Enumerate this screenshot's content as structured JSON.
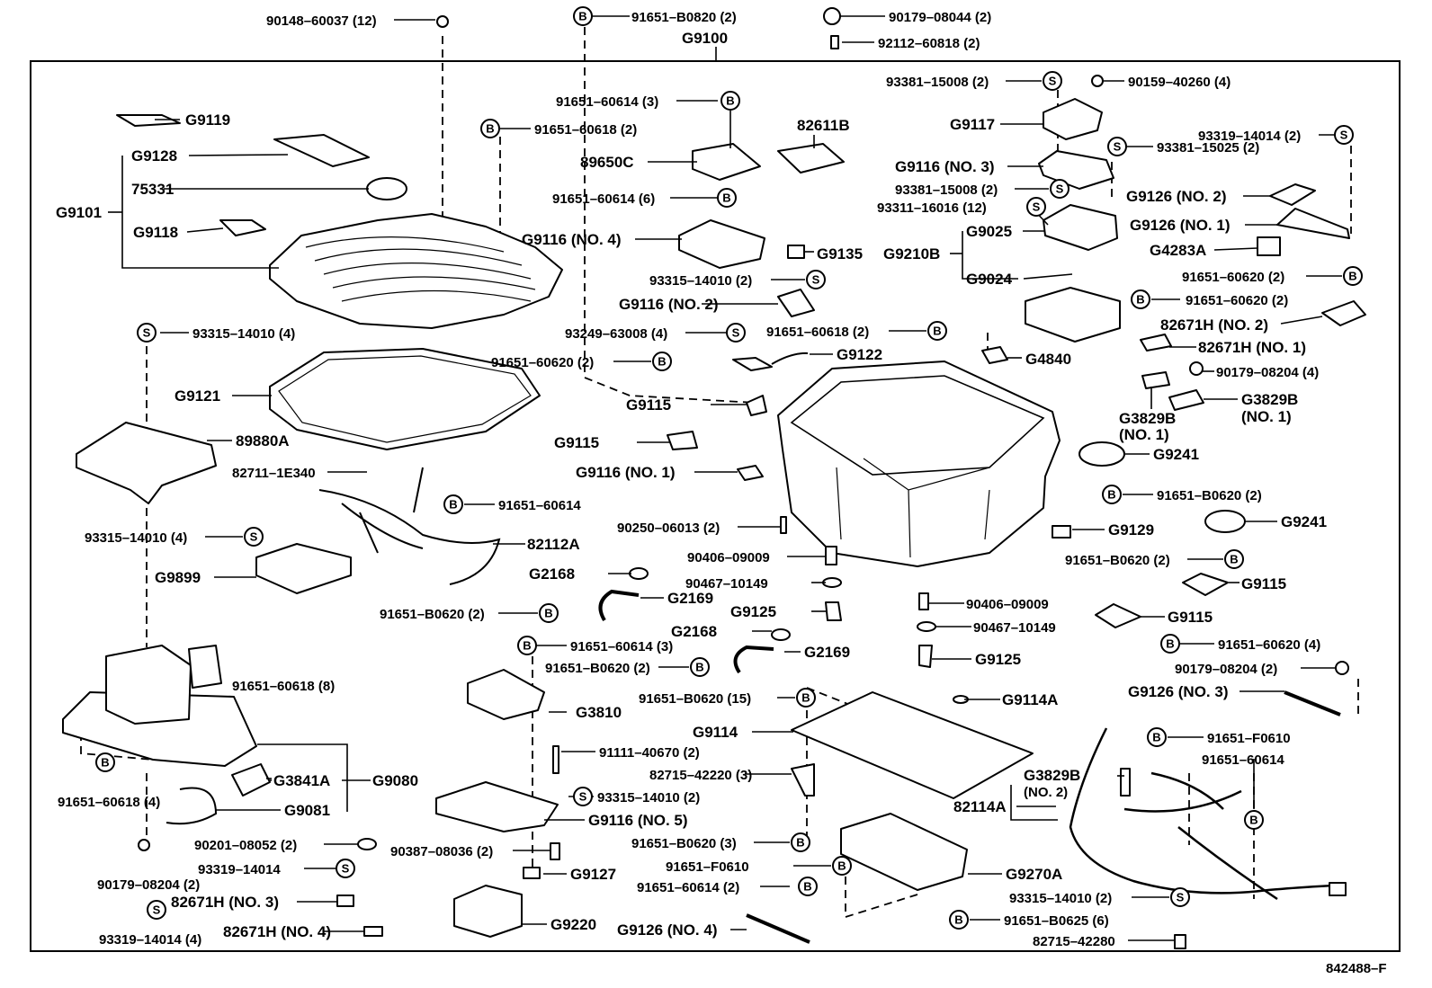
{
  "drawing_id": "842488–F",
  "frame_label": "G9100",
  "markers": {
    "b": "B",
    "s": "S"
  },
  "labels": {
    "l001": "90148–60037 (12)",
    "l002": "91651–B0820 (2)",
    "l003": "90179–08044 (2)",
    "l004": "92112–60818 (2)",
    "l005": "91651–60614 (3)",
    "l006": "93381–15008 (2)",
    "l007": "90159–40260 (4)",
    "l008": "G9119",
    "l009": "91651–60618 (2)",
    "l010": "82611B",
    "l011": "G9117",
    "l012": "93319–14014 (2)",
    "l013": "93381–15025 (2)",
    "l014": "G9128",
    "l015": "89650C",
    "l016": "G9116 (NO. 3)",
    "l017": "75331",
    "l018": "93381–15008 (2)",
    "l019": "G9126 (NO. 2)",
    "l020": "91651–60614 (6)",
    "l021": "93311–16016 (12)",
    "l022": "G9101",
    "l023": "G9126 (NO. 1)",
    "l024": "G9118",
    "l025": "G9025",
    "l026": "G9116 (NO. 4)",
    "l027": "G9135",
    "l028": "G9210B",
    "l029": "G4283A",
    "l030": "93315–14010 (2)",
    "l031": "G9024",
    "l032": "91651–60620 (2)",
    "l033": "G9116 (NO. 2)",
    "l034": "91651–60620 (2)",
    "l035": "93315–14010 (4)",
    "l036": "93249–63008 (4)",
    "l037": "91651–60618 (2)",
    "l038": "82671H (NO. 2)",
    "l039": "G9122",
    "l040": "82671H (NO. 1)",
    "l041": "91651–60620 (2)",
    "l042": "G4840",
    "l043": "90179–08204 (4)",
    "l044": "G9121",
    "l045": "G9115",
    "l046": "G3829B",
    "l047": "(NO. 1)",
    "l048": "G3829B",
    "l049": "(NO. 1)",
    "l050": "89880A",
    "l051": "G9115",
    "l052": "G9241",
    "l053": "82711–1E340",
    "l054": "G9116 (NO. 1)",
    "l055": "91651–B0620 (2)",
    "l056": "91651–60614",
    "l057": "90250–06013 (2)",
    "l058": "G9129",
    "l059": "93315–14010 (4)",
    "l060": "82112A",
    "l061": "G9241",
    "l062": "90406–09009",
    "l063": "91651–B0620 (2)",
    "l064": "G9899",
    "l065": "G2168",
    "l066": "90467–10149",
    "l067": "G9115",
    "l068": "G2169",
    "l069": "90406–09009",
    "l070": "91651–B0620 (2)",
    "l071": "G9125",
    "l072": "90467–10149",
    "l073": "G9115",
    "l074": "G2168",
    "l075": "91651–60614 (3)",
    "l076": "91651–60620 (4)",
    "l077": "G2169",
    "l078": "91651–60618 (8)",
    "l079": "91651–B0620 (2)",
    "l080": "G9125",
    "l081": "90179–08204 (2)",
    "l082": "91651–B0620 (15)",
    "l083": "G9126 (NO. 3)",
    "l084": "G9114A",
    "l085": "G3810",
    "l086": "G9114",
    "l087": "91651–F0610",
    "l088": "91111–40670 (2)",
    "l089": "91651–60614",
    "l090": "82715–42220 (3)",
    "l091": "G3829B",
    "l092": "(NO. 2)",
    "l093": "G3841A",
    "l094": "G9080",
    "l095": "93315–14010 (2)",
    "l096": "82114A",
    "l097": "91651–60618 (4)",
    "l098": "G9081",
    "l099": "G9116 (NO. 5)",
    "l100": "90201–08052 (2)",
    "l101": "90387–08036 (2)",
    "l102": "91651–B0620 (3)",
    "l103": "93319–14014",
    "l104": "91651–F0610",
    "l105": "G9270A",
    "l106": "90179–08204 (2)",
    "l107": "G9127",
    "l108": "91651–60614 (2)",
    "l109": "93315–14010 (2)",
    "l110": "82671H (NO. 3)",
    "l111": "G9220",
    "l112": "91651–B0625 (6)",
    "l113": "93319–14014 (4)",
    "l114": "82671H (NO. 4)",
    "l115": "G9126 (NO. 4)",
    "l116": "82715–42280"
  }
}
